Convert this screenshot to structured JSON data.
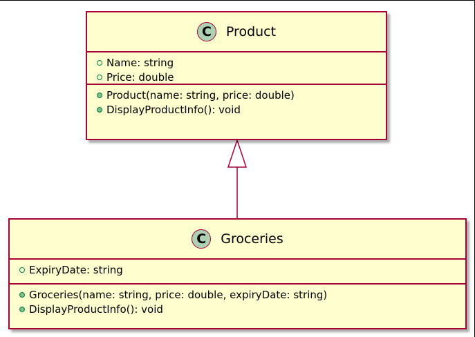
{
  "diagram": {
    "classes": [
      {
        "id": "product",
        "icon_letter": "C",
        "name": "Product",
        "fields": [
          "Name: string",
          "Price: double"
        ],
        "methods": [
          "Product(name: string, price: double)",
          "DisplayProductInfo(): void"
        ]
      },
      {
        "id": "groceries",
        "icon_letter": "C",
        "name": "Groceries",
        "fields": [
          "ExpiryDate: string"
        ],
        "methods": [
          "Groceries(name: string, price: double, expiryDate: string)",
          "DisplayProductInfo(): void"
        ]
      }
    ],
    "relations": [
      {
        "type": "inheritance",
        "from": "groceries",
        "to": "product"
      }
    ],
    "colors": {
      "class_fill": "#fefece",
      "border": "#a80036",
      "class_icon": "#add1b2",
      "member_icon": "#038048"
    }
  }
}
